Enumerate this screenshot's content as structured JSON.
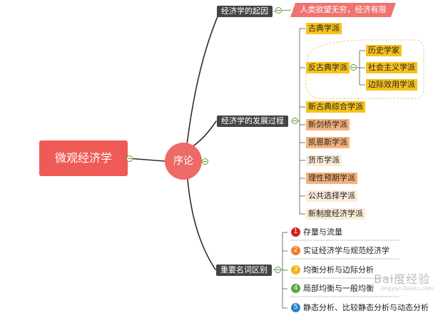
{
  "root": {
    "label": "微观经济学"
  },
  "hub": {
    "label": "序论"
  },
  "branches": {
    "origin": {
      "label": "经济学的起因",
      "child": "人类欲望无穷，经济有限"
    },
    "development": {
      "label": "经济学的发展过程",
      "schools": [
        {
          "label": "古典学派"
        },
        {
          "label": "反古典学派",
          "children": [
            "历史学家",
            "社会主义学派",
            "边际效用学派"
          ]
        },
        {
          "label": "新古典综合学派"
        },
        {
          "label": "新剑桥学派"
        },
        {
          "label": "凯恩斯学派"
        },
        {
          "label": "货币学派"
        },
        {
          "label": "理性预期学派"
        },
        {
          "label": "公共选择学派"
        },
        {
          "label": "新制度经济学派"
        }
      ]
    },
    "terms": {
      "label": "重要名词区别",
      "items": [
        {
          "num": "1",
          "label": "存量与流量",
          "color": "#d0202a"
        },
        {
          "num": "2",
          "label": "实证经济学与规范经济学",
          "color": "#ef7d2b"
        },
        {
          "num": "3",
          "label": "均衡分析与边际分析",
          "color": "#f2b21b"
        },
        {
          "num": "4",
          "label": "局部均衡与一般均衡",
          "color": "#58a844"
        },
        {
          "num": "5",
          "label": "静态分析、比较静态分析与动态分析",
          "color": "#2e7fd0"
        }
      ]
    }
  },
  "watermark": {
    "text": "Bai度经验",
    "url": "jingyan.baidu.com"
  }
}
